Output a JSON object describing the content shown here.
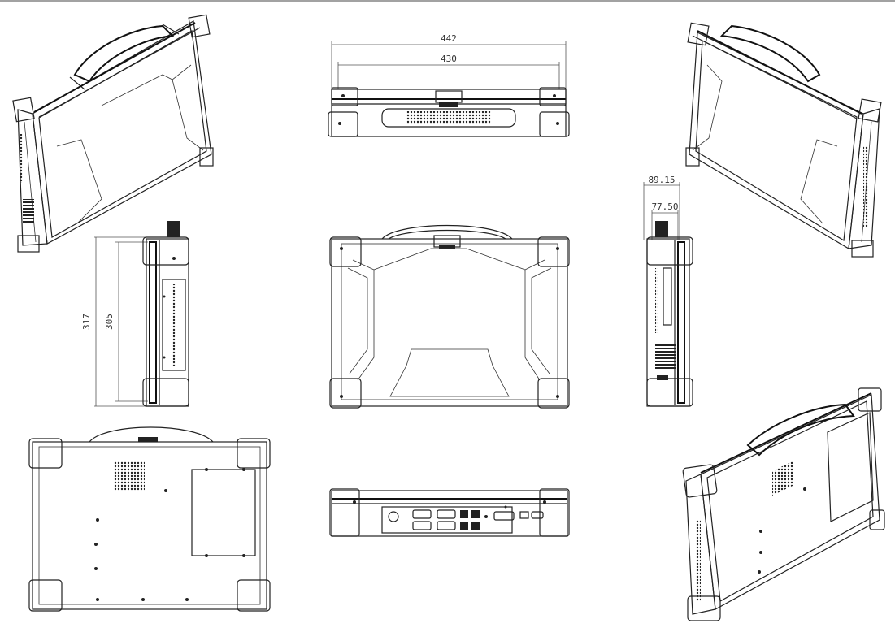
{
  "dimensions": {
    "front_overall": "442",
    "front_body": "430",
    "side_overall_depth": "89.15",
    "side_body_depth": "77.50",
    "height_overall": "317",
    "height_body": "305"
  },
  "colors": {
    "line": "#222222",
    "dimension": "#555555",
    "background": "#ffffff"
  },
  "views": [
    "iso-view-top-left",
    "front-view-top",
    "iso-view-top-right",
    "left-side-view",
    "top-view",
    "right-side-view",
    "bottom-view",
    "rear-io-view",
    "iso-view-bottom-right"
  ]
}
